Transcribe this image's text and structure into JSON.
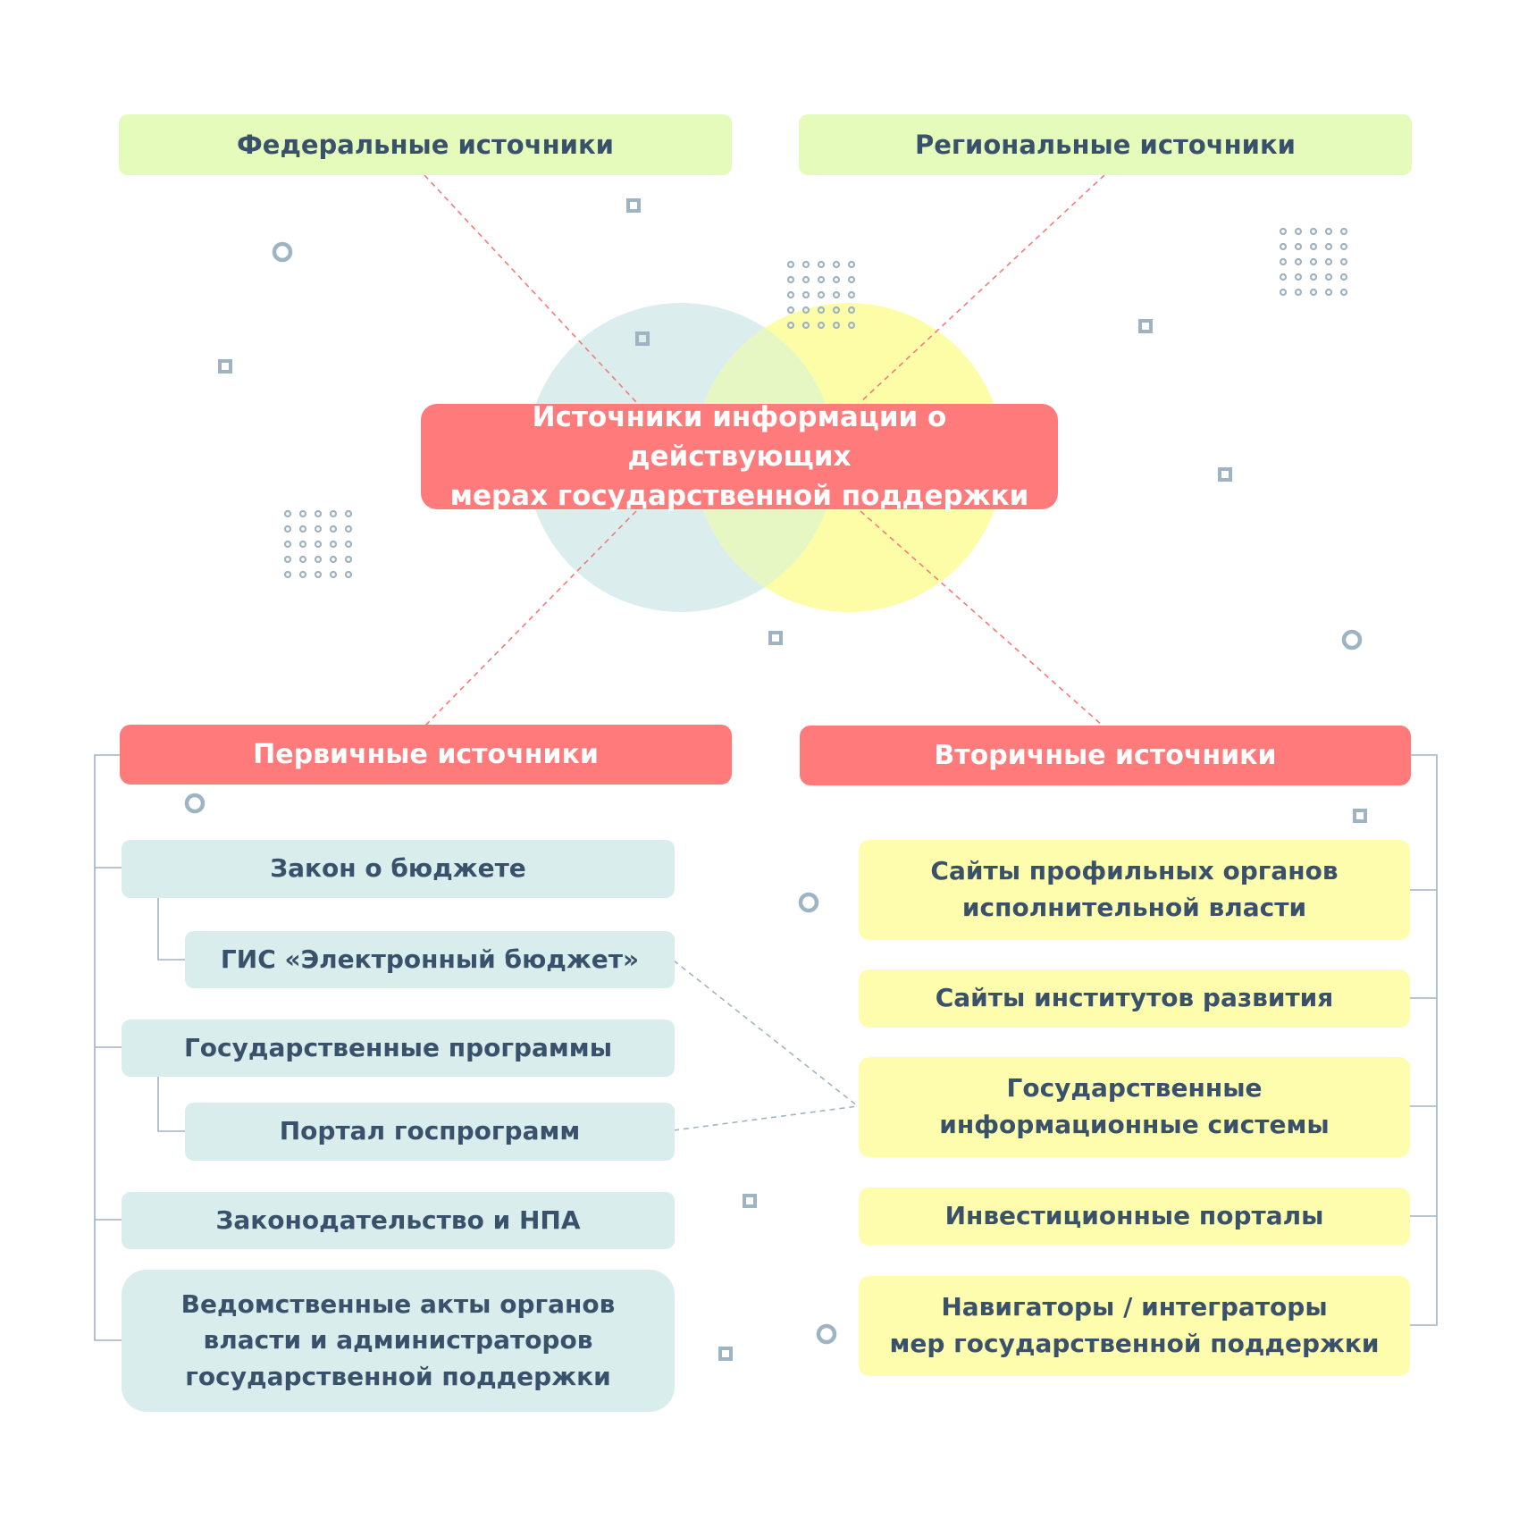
{
  "colors": {
    "red": "#ff7b7b",
    "green": "#e4fbbb",
    "teal": "#d9edec",
    "yellow": "#fdfdad",
    "text": "#3a516b",
    "connector": "#9fb4c2",
    "dashed_red": "#f47a7a"
  },
  "center": {
    "label": "Источники информации о действующих\nмерах государственной поддержки"
  },
  "federal": {
    "label": "Федеральные источники"
  },
  "regional": {
    "label": "Региональные источники"
  },
  "primary": {
    "label": "Первичные источники",
    "items": [
      {
        "label": "Закон о бюджете"
      },
      {
        "label": "ГИС «Электронный бюджет»"
      },
      {
        "label": "Государственные программы"
      },
      {
        "label": "Портал госпрограмм"
      },
      {
        "label": "Законодательство и НПА"
      },
      {
        "label": "Ведомственные акты органов\nвласти и администраторов\nгосударственной поддержки"
      }
    ]
  },
  "secondary": {
    "label": "Вторичные источники",
    "items": [
      {
        "label": "Сайты профильных органов\nисполнительной власти"
      },
      {
        "label": "Сайты институтов развития"
      },
      {
        "label": "Государственные\nинформационные системы"
      },
      {
        "label": "Инвестиционные порталы"
      },
      {
        "label": "Навигаторы / интеграторы\nмер государственной поддержки"
      }
    ]
  }
}
